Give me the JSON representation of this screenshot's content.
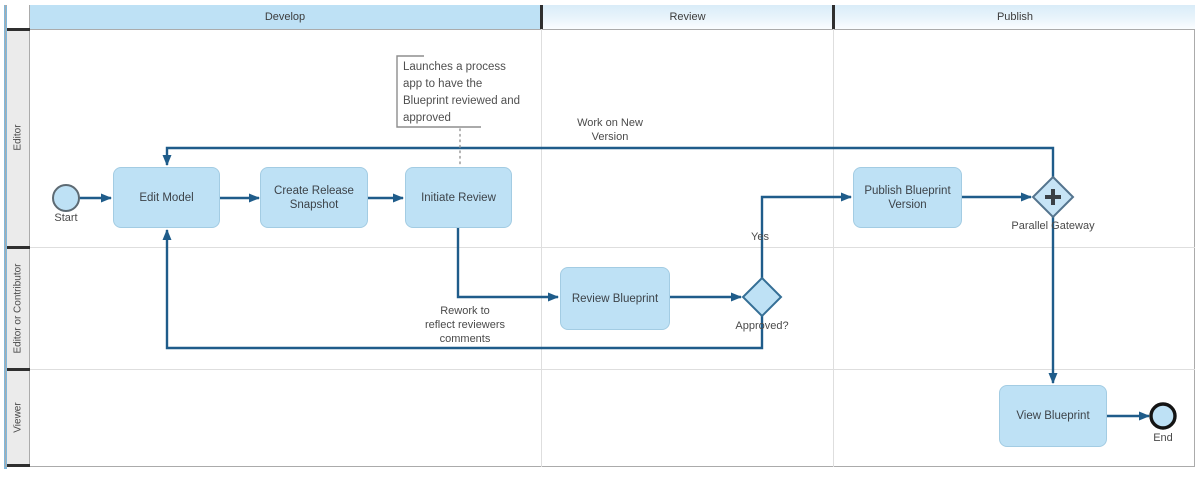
{
  "diagram": {
    "type": "bpmn-swimlane-process",
    "phases": [
      {
        "label": "Develop",
        "highlighted": true
      },
      {
        "label": "Review",
        "highlighted": false
      },
      {
        "label": "Publish",
        "highlighted": false
      }
    ],
    "lanes": [
      {
        "label": "Editor"
      },
      {
        "label": "Editor or Contributor"
      },
      {
        "label": "Viewer"
      }
    ],
    "nodes": {
      "start": {
        "label": "Start",
        "type": "start-event"
      },
      "edit_model": {
        "label": "Edit Model",
        "type": "task"
      },
      "create_release_snapshot": {
        "label": "Create Release\nSnapshot",
        "type": "task"
      },
      "initiate_review": {
        "label": "Initiate Review",
        "type": "task"
      },
      "review_blueprint": {
        "label": "Review Blueprint",
        "type": "task"
      },
      "approved": {
        "label": "Approved?",
        "type": "exclusive-gateway"
      },
      "publish_blueprint_version": {
        "label": "Publish Blueprint\nVersion",
        "type": "task"
      },
      "parallel_gateway": {
        "label": "Parallel Gateway",
        "type": "parallel-gateway"
      },
      "view_blueprint": {
        "label": "View Blueprint",
        "type": "task"
      },
      "end": {
        "label": "End",
        "type": "end-event"
      }
    },
    "edge_labels": {
      "yes": "Yes",
      "work_on_new_version": "Work on New\nVersion",
      "rework": "Rework to\nreflect reviewers\ncomments"
    },
    "annotation": "Launches a process\napp to have the\nBlueprint reviewed and\napproved",
    "colors": {
      "node_fill": "#bee1f5",
      "node_border": "#a3cce3",
      "connector": "#1f5c8a",
      "develop_header_fill": "#bee1f5",
      "light_header_fill": "#e3f1fa",
      "accent_edge": "#7fb8dc",
      "lane_strip": "#ebebeb"
    }
  }
}
